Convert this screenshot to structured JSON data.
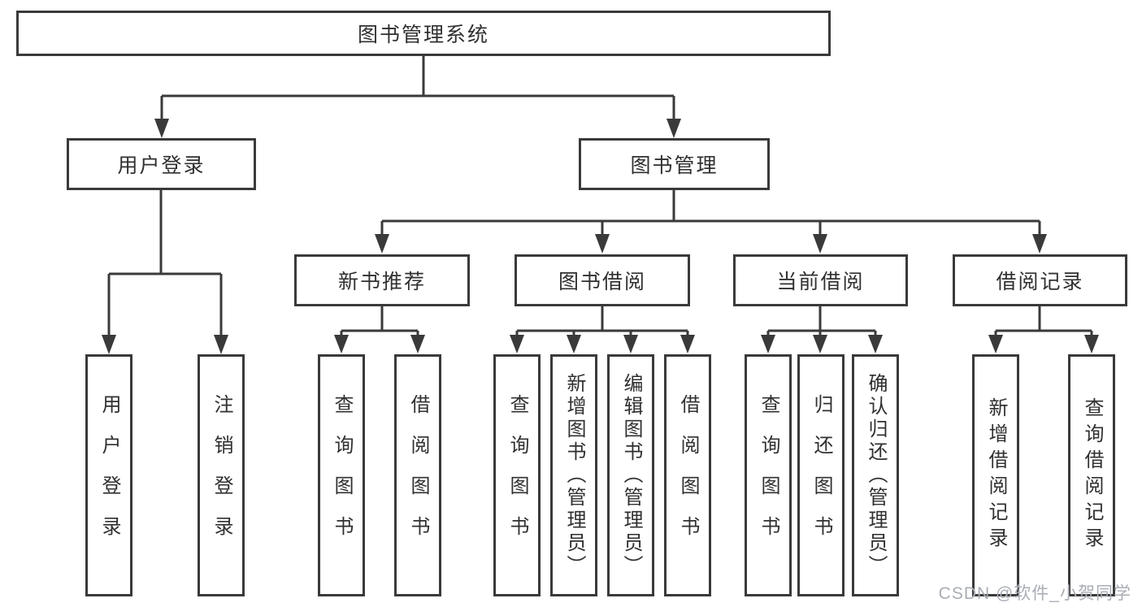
{
  "tree": {
    "root": {
      "label": "图书管理系统"
    },
    "level2": [
      {
        "label": "用户登录",
        "leaves": [
          {
            "label": "用户登录"
          },
          {
            "label": "注销登录"
          }
        ]
      },
      {
        "label": "图书管理",
        "groups": [
          {
            "label": "新书推荐",
            "leaves": [
              {
                "label": "查询图书"
              },
              {
                "label": "借阅图书"
              }
            ]
          },
          {
            "label": "图书借阅",
            "leaves": [
              {
                "label": "查询图书"
              },
              {
                "label": "新增图书（管理员）"
              },
              {
                "label": "编辑图书（管理员）"
              },
              {
                "label": "借阅图书"
              }
            ]
          },
          {
            "label": "当前借阅",
            "leaves": [
              {
                "label": "查询图书"
              },
              {
                "label": "归还图书"
              },
              {
                "label": "确认归还（管理员）"
              }
            ]
          },
          {
            "label": "借阅记录",
            "leaves": [
              {
                "label": "新增借阅记录"
              },
              {
                "label": "查询借阅记录"
              }
            ]
          }
        ]
      }
    ]
  },
  "watermark": {
    "text": "CSDN @软件_小贺同学"
  },
  "colors": {
    "line": "#3a3a3a",
    "box_border": "#3a3a3a",
    "text": "#303030",
    "watermark": "#a9adb5",
    "background": "#ffffff"
  }
}
